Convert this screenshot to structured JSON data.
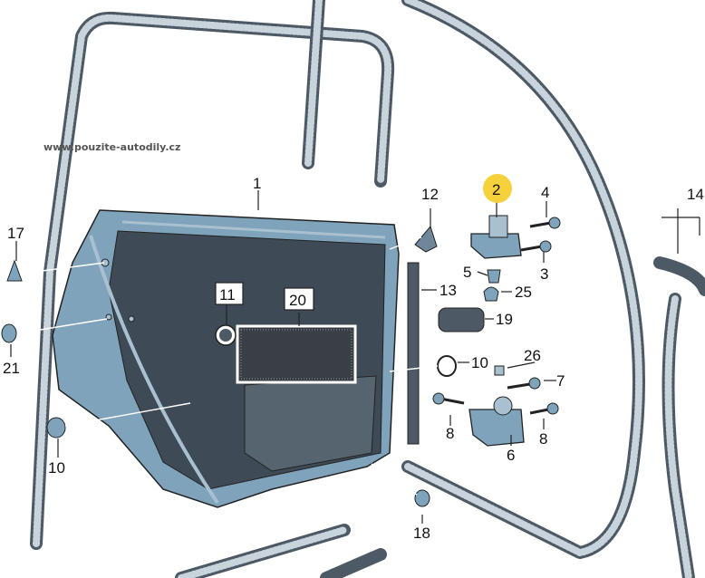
{
  "watermark": "www.pouzite-autodily.cz",
  "colors": {
    "panel": "#7fa3bb",
    "panel_dark": "#3e4a55",
    "seal": "#4d5a66",
    "highlight": "#f5d23c",
    "outline": "#222222"
  },
  "callouts": {
    "c1": "1",
    "c2": "2",
    "c3": "3",
    "c4": "4",
    "c5": "5",
    "c6": "6",
    "c7": "7",
    "c8a": "8",
    "c8b": "8",
    "c10a": "10",
    "c10b": "10",
    "c11": "11",
    "c12": "12",
    "c13": "13",
    "c14": "14",
    "c17": "17",
    "c18": "18",
    "c19": "19",
    "c20": "20",
    "c21": "21",
    "c25": "25",
    "c26": "26"
  }
}
